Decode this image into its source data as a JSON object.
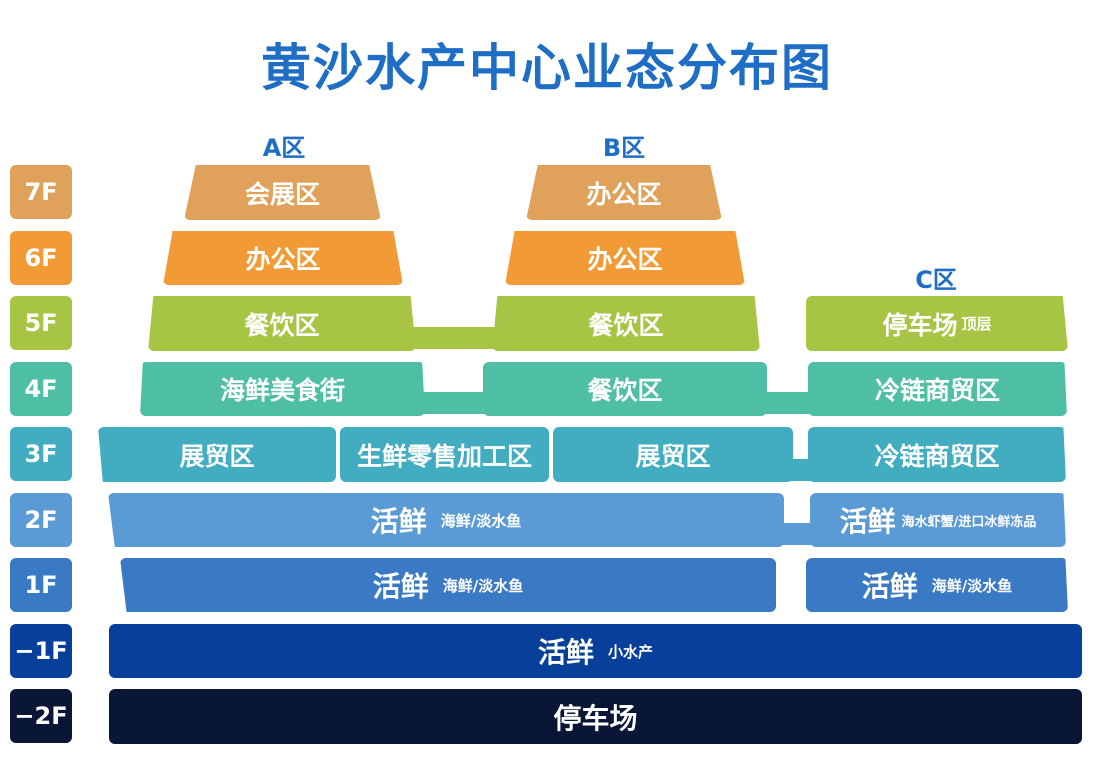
{
  "title": "黄沙水产中心业态分布图",
  "zones": {
    "a": "A区",
    "b": "B区",
    "c": "C区"
  },
  "colors": {
    "f7": "#e0a25a",
    "f6": "#f29a36",
    "f5": "#a7c444",
    "f4": "#4ebfa4",
    "f3": "#42adc1",
    "f2": "#5b9bd5",
    "f1": "#3a79c4",
    "fm1": "#073f9a",
    "fm2": "#0a1636"
  },
  "floors": {
    "f7": "7F",
    "f6": "6F",
    "f5": "5F",
    "f4": "4F",
    "f3": "3F",
    "f2": "2F",
    "f1": "1F",
    "fm1": "−1F",
    "fm2": "−2F"
  },
  "blocks": {
    "f7a": "会展区",
    "f7b": "办公区",
    "f6a": "办公区",
    "f6b": "办公区",
    "f5a": "餐饮区",
    "f5b": "餐饮区",
    "f5c_main": "停车场",
    "f5c_sub": "顶层",
    "f4a": "海鲜美食街",
    "f4b": "餐饮区",
    "f4c": "冷链商贸区",
    "f3a1": "展贸区",
    "f3a2": "生鲜零售加工区",
    "f3b": "展贸区",
    "f3c": "冷链商贸区",
    "f2ab_main": "活鲜",
    "f2ab_sub": "海鲜/淡水鱼",
    "f2c_main": "活鲜",
    "f2c_sub": "海水虾蟹/进口冰鲜冻品",
    "f1ab_main": "活鲜",
    "f1ab_sub": "海鲜/淡水鱼",
    "f1c_main": "活鲜",
    "f1c_sub": "海鲜/淡水鱼",
    "fm1_main": "活鲜",
    "fm1_sub": "小水产",
    "fm2_main": "停车场"
  }
}
